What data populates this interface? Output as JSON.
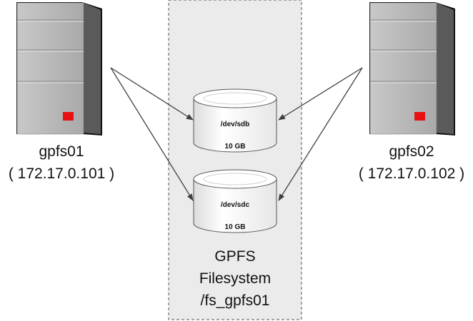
{
  "servers": [
    {
      "name": "gpfs01",
      "ip": "( 172.17.0.101 )"
    },
    {
      "name": "gpfs02",
      "ip": "( 172.17.0.102 )"
    }
  ],
  "disks": [
    {
      "device": "/dev/sdb",
      "size": "10 GB"
    },
    {
      "device": "/dev/sdc",
      "size": "10 GB"
    }
  ],
  "filesystem": {
    "lines": [
      "GPFS",
      "Filesystem",
      "/fs_gpfs01"
    ]
  },
  "colors": {
    "server_face": "#b8b8b8",
    "server_side": "#5a5a5a",
    "indicator": "#e81010",
    "container_bg": "#ebebeb",
    "arrow": "#404040"
  }
}
